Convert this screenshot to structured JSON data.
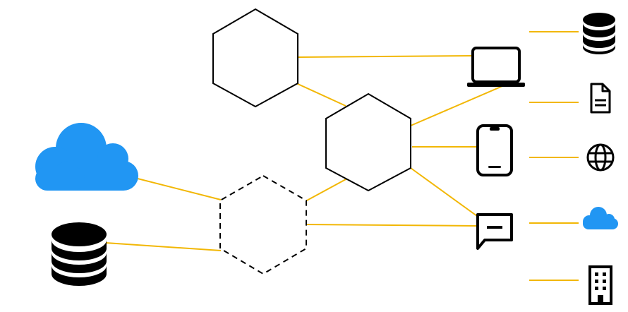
{
  "diagram": {
    "colors": {
      "connector": "#F2B705",
      "outline": "#000000",
      "cloud_blue": "#2196F3",
      "icon_black": "#000000",
      "background": "#FFFFFF"
    },
    "nodes": [
      {
        "id": "hex-top",
        "shape": "hexagon",
        "style": "solid"
      },
      {
        "id": "hex-center",
        "shape": "hexagon",
        "style": "solid"
      },
      {
        "id": "hex-dashed",
        "shape": "hexagon",
        "style": "dashed"
      }
    ],
    "left_icons": [
      "cloud-icon",
      "database-icon"
    ],
    "device_icons": [
      "laptop-icon",
      "smartphone-icon",
      "chat-icon"
    ],
    "right_column_icons": [
      "database-icon",
      "document-icon",
      "globe-icon",
      "cloud-icon",
      "building-icon"
    ],
    "edges": [
      [
        "hex-top",
        "laptop-icon"
      ],
      [
        "hex-top",
        "hex-center"
      ],
      [
        "hex-center",
        "laptop-icon"
      ],
      [
        "hex-center",
        "smartphone-icon"
      ],
      [
        "hex-center",
        "chat-icon"
      ],
      [
        "hex-center",
        "hex-dashed"
      ],
      [
        "hex-dashed",
        "chat-icon"
      ],
      [
        "cloud-icon",
        "hex-dashed"
      ],
      [
        "database-icon",
        "hex-dashed"
      ]
    ]
  }
}
